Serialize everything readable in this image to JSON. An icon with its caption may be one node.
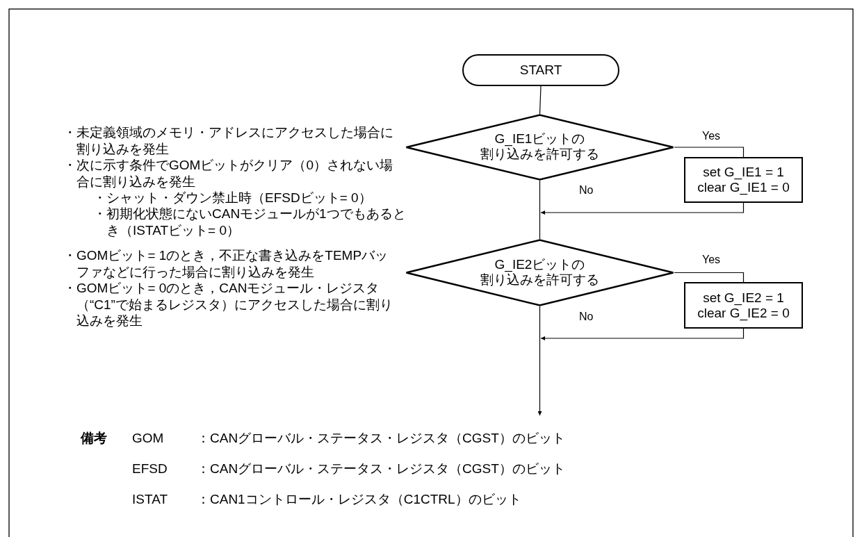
{
  "diagram": {
    "nodes": [
      {
        "text": [
          "START"
        ]
      },
      {
        "text": [
          "G_IE1ビットの割り込みを許可する"
        ]
      },
      {
        "text": [
          "set G_IE1 = 1 clear G_IE1 = 0"
        ]
      },
      {
        "text": [
          "G_IE2ビットの割り込みを許可する"
        ]
      },
      {
        "text": [
          "set G_IE2 = 1 clear G_IE2 = 0"
        ]
      }
    ],
    "edges": [
      {
        "from": 0,
        "to": 1,
        "arrow": "none"
      },
      {
        "from": 1,
        "to": 2,
        "arrow": "none",
        "label": "Yes"
      },
      {
        "from": 1,
        "to": 3,
        "arrow": "none",
        "label": "No"
      },
      {
        "from": 2,
        "to": null,
        "arrow": "to"
      },
      {
        "from": 3,
        "to": 4,
        "arrow": "none",
        "label": "Yes"
      },
      {
        "from": 3,
        "to": null,
        "arrow": "to",
        "label": "No"
      },
      {
        "from": 4,
        "to": null,
        "arrow": "to"
      }
    ],
    "labels": [
      "・未定義領域のメモリ・アドレスにアクセスした場合に割り込みを発生",
      "・次に示す条件でGOMビットがクリア（0）されない場合に割り込みを発生",
      "・シャット・ダウン禁止時（EFSDビット= 0）",
      "・初期化状態にないCANモジュールが1つでもあるとき（ISTATビット= 0）",
      "・GOMビット= 1のとき，不正な書き込みをTEMPバッファなどに行った場合に割り込みを発生",
      "・GOMビット= 0のとき，CANモジュール・レジスタ（“C1”で始まるレジスタ）にアクセスした場合に割り込みを発生",
      "備考",
      "GOM",
      "：CANグローバル・ステータス・レジスタ（CGST）のビット",
      "EFSD",
      "：CANグローバル・ステータス・レジスタ（CGST）のビット",
      "ISTAT",
      "：CAN1コントロール・レジスタ（C1CTRL）のビット"
    ]
  }
}
